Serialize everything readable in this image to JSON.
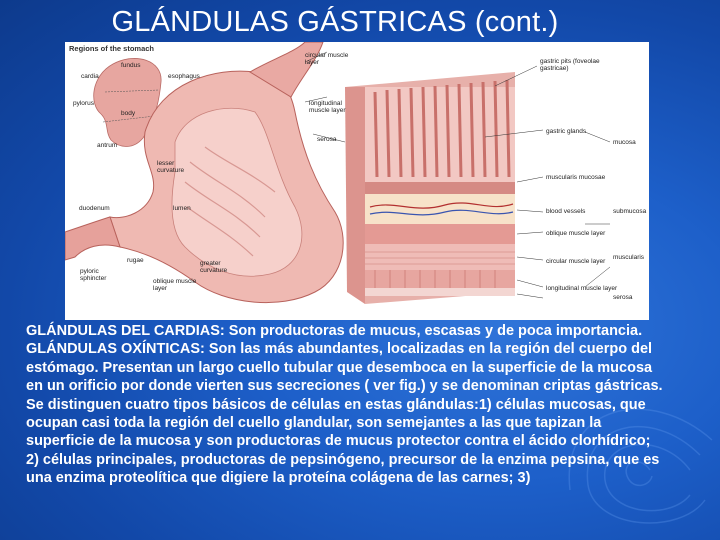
{
  "title": "GLÁNDULAS GÁSTRICAS (cont.)",
  "figure": {
    "heading": "Regions of the stomach",
    "labels": {
      "fundus": "fundus",
      "cardia": "cardia",
      "esophagus": "esophagus",
      "pylorus": "pylorus",
      "body": "body",
      "antrum": "antrum",
      "lesser_curvature": "lesser curvature",
      "duodenum": "duodenum",
      "lumen": "lumen",
      "rugae": "rugae",
      "pyloric_sphincter": "pyloric sphincter",
      "oblique_layer_left": "oblique muscle layer",
      "greater_curvature": "greater curvature",
      "circular_layer_top": "circular muscle layer",
      "longitudinal_layer_top": "longitudinal muscle layer",
      "serosa_top": "serosa",
      "gastric_pits": "gastric pits (foveolae gastricae)",
      "gastric_glands": "gastric glands",
      "mucosa": "mucosa",
      "muscularis_mucosae": "muscularis mucosae",
      "blood_vessels": "blood vessels",
      "submucosa": "submucosa",
      "oblique_muscle_layer": "oblique muscle layer",
      "circular_muscle_layer": "circular muscle layer",
      "muscularis": "muscularis",
      "longitudinal_muscle_layer": "longitudinal muscle layer",
      "serosa": "serosa"
    }
  },
  "body": {
    "p1_label": "GLÁNDULAS DEL CARDIAS:",
    "p1_text": " Son productoras de mucus, escasas y de poca importancia.",
    "p2_label": "GLÁNDULAS OXÍNTICAS:",
    "p2_text": " Son las más abundantes, localizadas en la región del cuerpo del estómago. Presentan un largo cuello tubular que desemboca en la superficie de la mucosa en un orificio por donde vierten sus secreciones ( ver fig.) y se denominan criptas gástricas. Se distinguen cuatro tipos básicos de células en estas glándulas:1) células mucosas, que ocupan casi toda la región del cuello glandular, son semejantes a las que tapizan la superficie de la mucosa y son productoras de mucus protector contra el ácido clorhídrico; 2) células principales, productoras de pepsinógeno, precursor de la enzima pepsina, que es una enzima proteolítica que digiere la proteína colágena de las carnes; 3)"
  },
  "colors": {
    "background": "#1d5fc9",
    "text": "#ffffff",
    "tissue_pink": "#e9a8a6",
    "tissue_dark": "#c96a66"
  }
}
